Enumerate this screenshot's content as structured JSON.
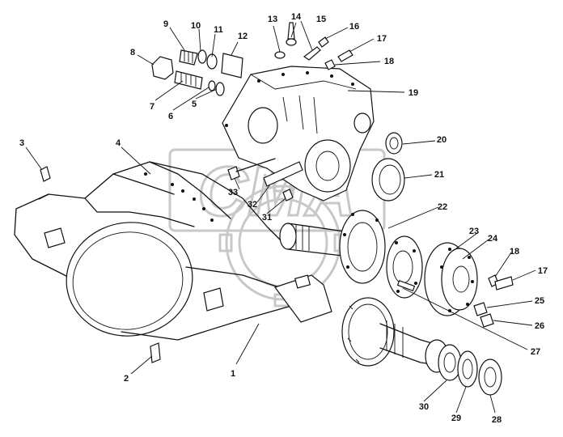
{
  "callouts": [
    {
      "id": "1",
      "label": "1"
    },
    {
      "id": "2",
      "label": "2"
    },
    {
      "id": "3",
      "label": "3"
    },
    {
      "id": "4",
      "label": "4"
    },
    {
      "id": "5",
      "label": "5"
    },
    {
      "id": "6",
      "label": "6"
    },
    {
      "id": "7",
      "label": "7"
    },
    {
      "id": "8",
      "label": "8"
    },
    {
      "id": "9",
      "label": "9"
    },
    {
      "id": "10",
      "label": "10"
    },
    {
      "id": "11",
      "label": "11"
    },
    {
      "id": "12",
      "label": "12"
    },
    {
      "id": "13",
      "label": "13"
    },
    {
      "id": "14",
      "label": "14"
    },
    {
      "id": "15",
      "label": "15"
    },
    {
      "id": "16",
      "label": "16"
    },
    {
      "id": "17a",
      "label": "17"
    },
    {
      "id": "18a",
      "label": "18"
    },
    {
      "id": "19",
      "label": "19"
    },
    {
      "id": "20",
      "label": "20"
    },
    {
      "id": "21",
      "label": "21"
    },
    {
      "id": "22",
      "label": "22"
    },
    {
      "id": "23",
      "label": "23"
    },
    {
      "id": "24",
      "label": "24"
    },
    {
      "id": "18b",
      "label": "18"
    },
    {
      "id": "17b",
      "label": "17"
    },
    {
      "id": "25",
      "label": "25"
    },
    {
      "id": "26",
      "label": "26"
    },
    {
      "id": "27",
      "label": "27"
    },
    {
      "id": "28",
      "label": "28"
    },
    {
      "id": "29",
      "label": "29"
    },
    {
      "id": "30",
      "label": "30"
    },
    {
      "id": "31",
      "label": "31"
    },
    {
      "id": "32",
      "label": "32"
    },
    {
      "id": "33",
      "label": "33"
    }
  ],
  "watermark": {
    "text": "CMA",
    "color": "#c8c8c8"
  }
}
